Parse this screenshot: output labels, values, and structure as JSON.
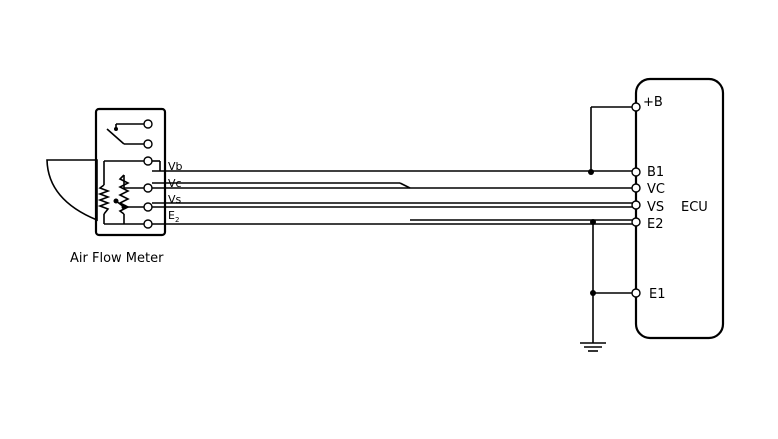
{
  "diagram": {
    "air_flow_meter": {
      "label": "Air Flow Meter",
      "pin_labels": {
        "vb": "Vb",
        "vc": "Vc",
        "vs": "Vs",
        "e2_main": "E",
        "e2_sub": "2"
      }
    },
    "ecu": {
      "label": "ECU",
      "terminals": {
        "plus_b": "+B",
        "b1": "B1",
        "vc": "VC",
        "vs": "VS",
        "e2": "E2",
        "e1": "E1"
      }
    },
    "icons": {
      "ground": "ground-symbol",
      "resistor": "resistor-zigzag",
      "switch": "switch-contact"
    },
    "colors": {
      "line": "#000000",
      "background": "#ffffff"
    }
  }
}
